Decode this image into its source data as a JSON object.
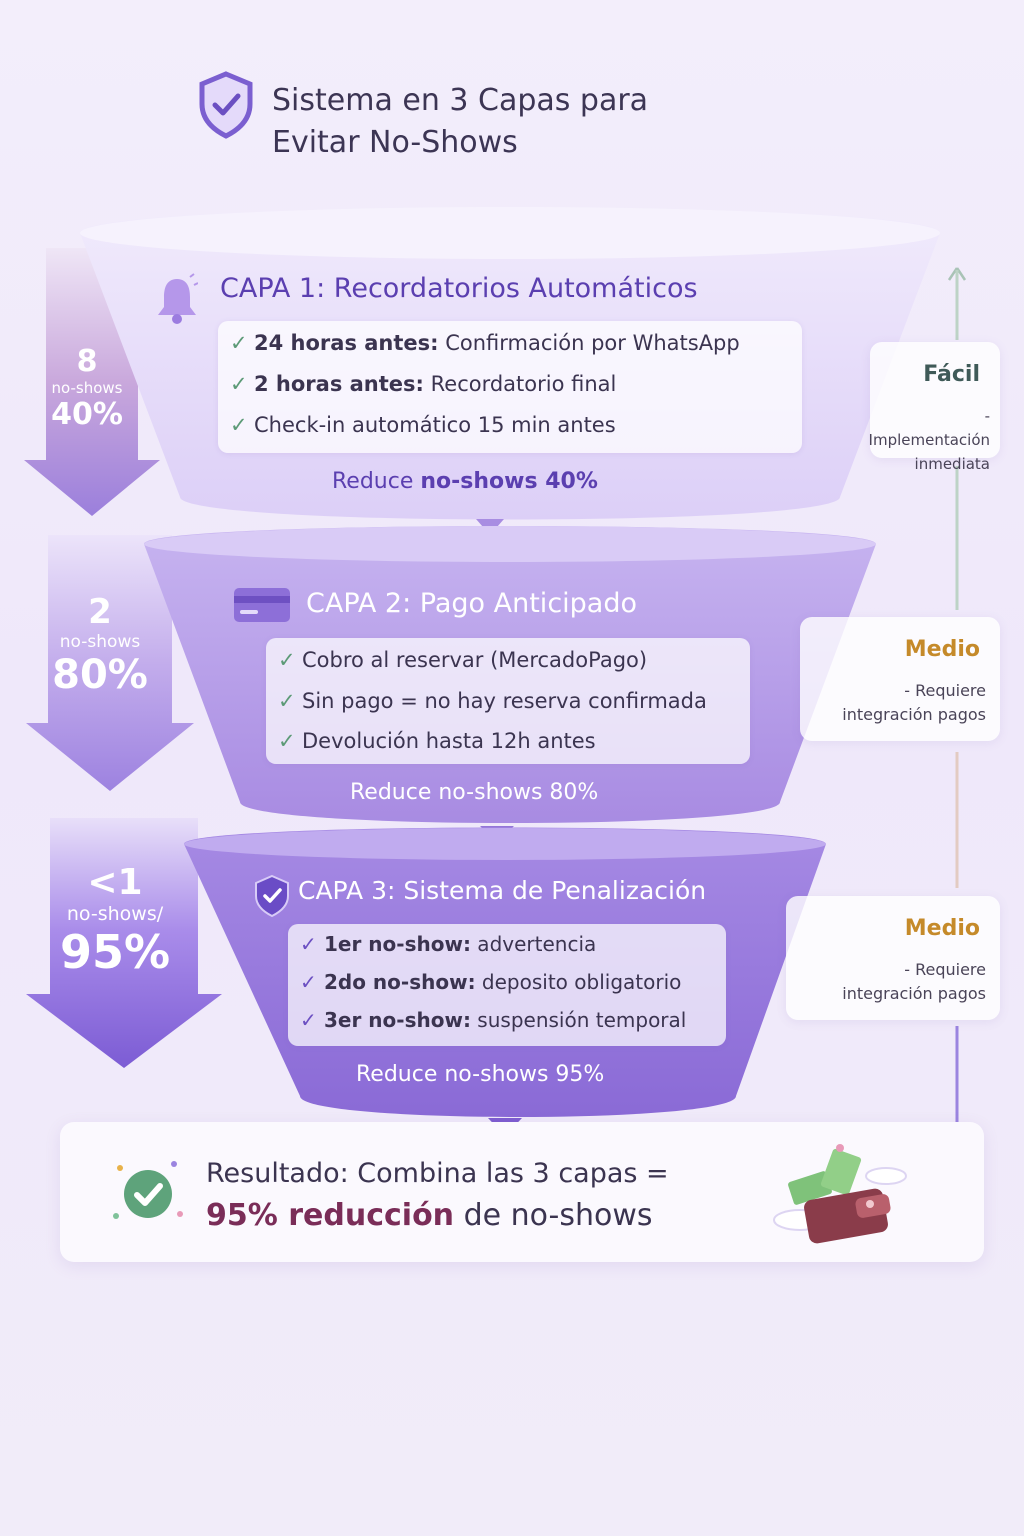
{
  "title": "Sistema en 3 Capas para Evitar No-Shows",
  "icons": {
    "title": "shield-check-icon",
    "layer1": "bell-icon",
    "layer2": "credit-card-icon",
    "layer3": "shield-check-icon",
    "check": "check-icon",
    "result": "check-circle-icon",
    "result_image": "wallet-money-icon"
  },
  "colors": {
    "layer1": "#e6dcfa",
    "layer2": "#b49be8",
    "layer3": "#9b7fdc",
    "accent": "#5b3fb0",
    "easy": "#3f5a58",
    "medium": "#c58a2a",
    "highlight": "#7a2d58",
    "check_green": "#5c9a77"
  },
  "layers": [
    {
      "title": "CAPA 1: Recordatorios Automáticos",
      "items": [
        {
          "bold": "24 horas antes:",
          "text": " Confirmación por WhatsApp"
        },
        {
          "bold": "2 horas antes:",
          "text": " Recordatorio final"
        },
        {
          "bold": "",
          "text": "Check-in automático 15 min antes"
        }
      ],
      "reduce_prefix": "Reduce ",
      "reduce_value": "no-shows 40%"
    },
    {
      "title": "CAPA 2: Pago Anticipado",
      "items": [
        {
          "bold": "",
          "text": "Cobro al reservar (MercadoPago)"
        },
        {
          "bold": "",
          "text": "Sin pago = no hay reserva confirmada"
        },
        {
          "bold": "",
          "text": "Devolución hasta 12h antes"
        }
      ],
      "reduce": "Reduce no-shows 80%"
    },
    {
      "title": "CAPA 3: Sistema de Penalización",
      "items": [
        {
          "bold": "1er no-show:",
          "text": " advertencia"
        },
        {
          "bold": "2do no-show:",
          "text": " deposito obligatorio"
        },
        {
          "bold": "3er no-show:",
          "text": " suspensión temporal"
        }
      ],
      "reduce": "Reduce no-shows 95%"
    }
  ],
  "arrows": [
    {
      "count": "8",
      "label": "no-shows",
      "percent": "40%"
    },
    {
      "count": "2",
      "label": "no-shows",
      "percent": "80%"
    },
    {
      "count": "<1",
      "label": "no-shows/",
      "percent": "95%"
    }
  ],
  "difficulty": [
    {
      "level": "Fácil",
      "note": "-Implementación\ninmediata"
    },
    {
      "level": "Medio",
      "note": "- Requiere\nintegración pagos"
    },
    {
      "level": "Medio",
      "note": "- Requiere\nintegración pagos"
    }
  ],
  "result": {
    "line1": "Resultado:  Combina las 3 capas =",
    "highlight": "95% reducción",
    "line2_suffix": " de no-shows"
  }
}
